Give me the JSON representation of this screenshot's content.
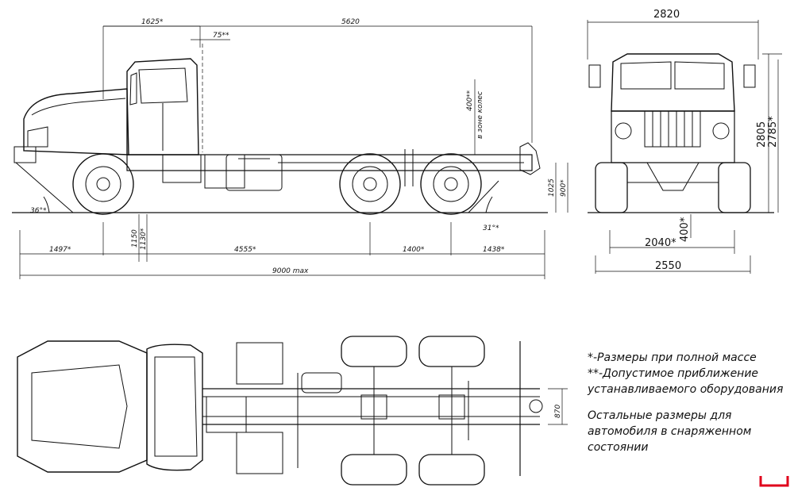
{
  "side_view": {
    "dims": {
      "d1625": "1625*",
      "d5620": "5620",
      "d75": "75**",
      "d400": "400**",
      "zone": "в зоне колес",
      "d1025": "1025",
      "d900": "900*",
      "a36": "36°*",
      "a31": "31°*",
      "d1150": "1150",
      "d1130": "1130*",
      "d1497": "1497*",
      "d4555": "4555*",
      "d1400": "1400*",
      "d1438": "1438*",
      "d9000": "9000 max"
    }
  },
  "front_view": {
    "dims": {
      "d2820": "2820",
      "d2805": "2805",
      "d2785": "2785*",
      "d400": "400*",
      "d2040": "2040*",
      "d2550": "2550"
    }
  },
  "top_view": {
    "dims": {
      "d870": "870"
    }
  },
  "notes": {
    "line1": "*-Размеры при полной массе",
    "line2": "**-Допустимое приближение",
    "line3": "устанавливаемого оборудования",
    "line4": "Остальные размеры для",
    "line5": "автомобиля в снаряженном",
    "line6": "состоянии"
  },
  "colors": {
    "ink": "#111111",
    "corner_mark": "#e0001b"
  }
}
